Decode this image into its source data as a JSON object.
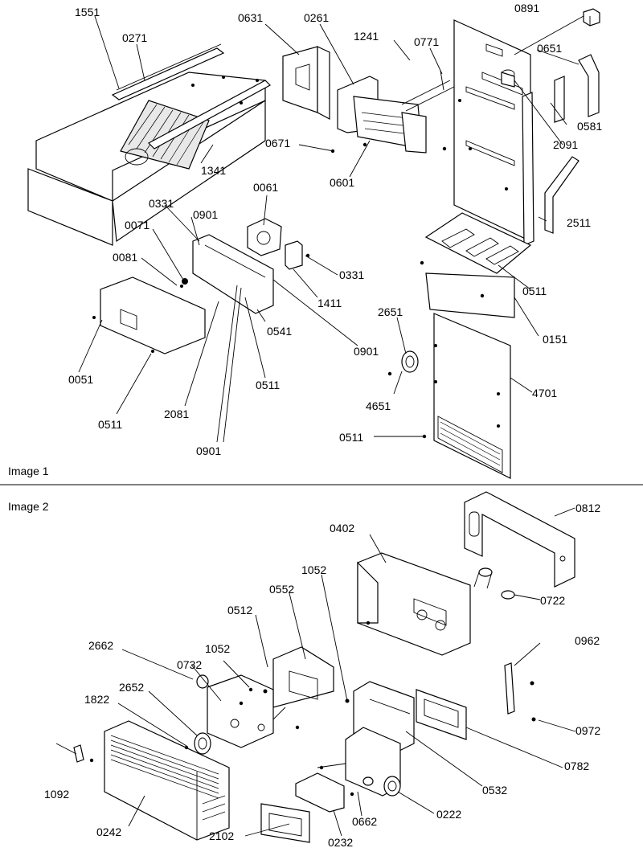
{
  "sections": {
    "top_caption": "Image 1",
    "bottom_caption": "Image 2"
  },
  "labels_top": {
    "l1551": "1551",
    "l0271": "0271",
    "l0631": "0631",
    "l0261": "0261",
    "l1241": "1241",
    "l0771": "0771",
    "l0891": "0891",
    "l0651": "0651",
    "l0581": "0581",
    "l2091": "2091",
    "l0671": "0671",
    "l0601": "0601",
    "l1341": "1341",
    "l0061": "0061",
    "l0331a": "0331",
    "l0901a": "0901",
    "l0071": "0071",
    "l0081": "0081",
    "l0331b": "0331",
    "l1411": "1411",
    "l2511": "2511",
    "l0511a": "0511",
    "l0151": "0151",
    "l2651": "2651",
    "l0541": "0541",
    "l0901b": "0901",
    "l4651": "4651",
    "l4701": "4701",
    "l0051": "0051",
    "l0511b": "0511",
    "l0511c": "0511",
    "l2081": "2081",
    "l0511d": "0511",
    "l0901c": "0901"
  },
  "labels_bottom": {
    "l0812": "0812",
    "l0402": "0402",
    "l1052a": "1052",
    "l0552": "0552",
    "l0722": "0722",
    "l0512": "0512",
    "l2662": "2662",
    "l1052b": "1052",
    "l0732": "0732",
    "l0962": "0962",
    "l2652": "2652",
    "l1822": "1822",
    "l0972": "0972",
    "l0782": "0782",
    "l1092": "1092",
    "l0532": "0532",
    "l0222": "0222",
    "l0662": "0662",
    "l0242": "0242",
    "l2102": "2102",
    "l0232": "0232"
  }
}
